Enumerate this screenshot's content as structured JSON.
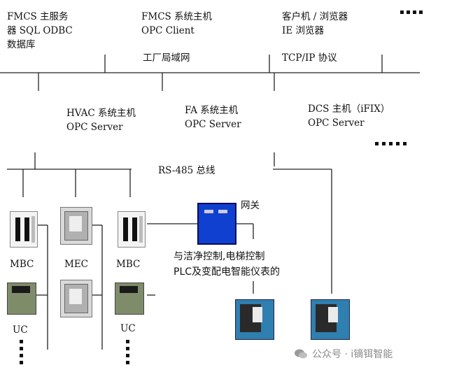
{
  "top": {
    "fmcs_main": [
      "FMCS 主服务",
      "器 SQL ODBC",
      "数据库"
    ],
    "fmcs_opc": [
      "FMCS 系统主机",
      "OPC Client"
    ],
    "client": [
      "客户机 / 浏览器",
      "IE 浏览器"
    ],
    "factory_lan": "工厂局域网",
    "tcpip": "TCP/IP 协议"
  },
  "servers": {
    "hvac": [
      "HVAC 系统主机",
      "OPC Server"
    ],
    "fa": [
      "FA 系统主机",
      "OPC Server"
    ],
    "dcs": [
      "DCS 主机（iFIX）",
      "OPC Server"
    ]
  },
  "bus": {
    "rs485": "RS-485 总线"
  },
  "gateway": {
    "label": "网关",
    "desc": [
      "与洁净控制,电梯控制",
      "PLC及变配电智能仪表的"
    ]
  },
  "devices": {
    "mbc": "MBC",
    "mec": "MEC",
    "uc": "UC"
  },
  "watermark": {
    "text": "公众号 · i镝铒智能",
    "icon": "wechat-icon"
  }
}
